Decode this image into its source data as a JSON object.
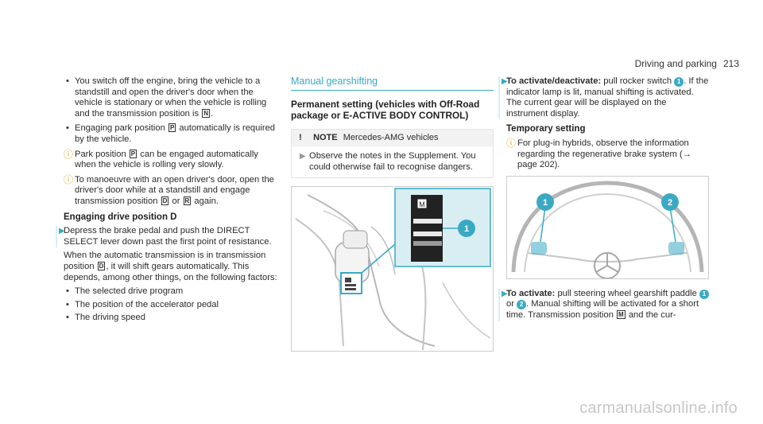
{
  "header": {
    "title": "Driving and parking",
    "page_number": "213"
  },
  "col1": {
    "bullets1": [
      "You switch off the engine, bring the vehicle to a standstill and open the driver's door when the vehicle is stationary or when the vehicle is rolling and the transmission position is",
      "Engaging park position",
      "automatically is required by the vehicle."
    ],
    "key_n": "N",
    "key_p": "P",
    "key_d": "D",
    "key_r": "R",
    "tip1_a": "Park position",
    "tip1_b": "can be engaged automatically when the vehicle is rolling very slowly.",
    "tip2_a": "To manoeuvre with an open driver's door, open the driver's door while at a standstill and engage transmission position",
    "tip2_or": "or",
    "tip2_b": "again.",
    "sub_heading": "Engaging drive position D",
    "step_text": "Depress the brake pedal and push the DIRECT SELECT lever down past the first point of resistance.",
    "para_a": "When the automatic transmission is in transmission position",
    "para_b": ", it will shift gears automatically. This depends, among other things, on the following factors:",
    "factors": [
      "The selected drive program",
      "The position of the accelerator pedal",
      "The driving speed"
    ]
  },
  "col2": {
    "section_title": "Manual gearshifting",
    "subtitle": "Permanent setting (vehicles with Off-Road package or E-ACTIVE BODY CONTROL)",
    "note_label": "NOTE",
    "note_heading": "Mercedes-AMG vehicles",
    "note_body": "Observe the notes in the Supplement. You could otherwise fail to recognise dangers.",
    "figure_key": "M",
    "badge1": "1"
  },
  "col3": {
    "step1_label": "To activate/deactivate:",
    "step1_text_a": "pull rocker switch",
    "step1_text_b": ". If the indicator lamp is lit, manual shifting is activated. The current gear will be displayed on the instrument display.",
    "sub_heading": "Temporary setting",
    "tip_text": "For plug-in hybrids, observe the information regarding the regenerative brake system",
    "tip_ref": "(→ page 202).",
    "badge1": "1",
    "badge2": "2",
    "step2_label": "To activate:",
    "step2_a": "pull steering wheel gearshift paddle",
    "step2_or": "or",
    "step2_b": ". Manual shifting will be activated for a short time. Transmission position",
    "step2_key": "M",
    "step2_c": "and the cur-"
  },
  "watermark": "carmanualsonline.info"
}
